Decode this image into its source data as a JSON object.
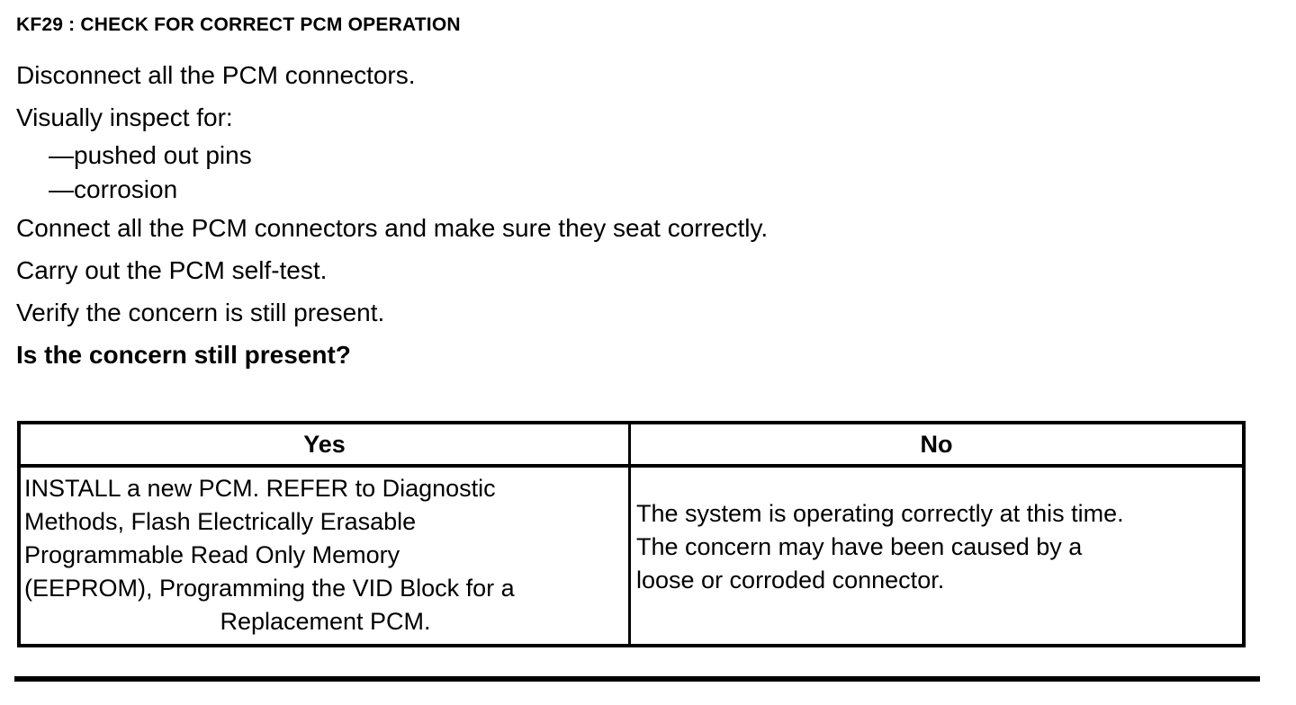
{
  "document": {
    "heading": "KF29 : CHECK FOR CORRECT PCM OPERATION",
    "steps": [
      "Disconnect all the PCM connectors.",
      "Visually inspect for:",
      "—pushed out pins",
      "—corrosion",
      "Connect all the PCM connectors and make sure they seat correctly.",
      "Carry out the PCM self-test.",
      "Verify the concern is still present.",
      "Is the concern still present?"
    ],
    "step_labels": {
      "disconnect": "Disconnect all the PCM connectors.",
      "visually_inspect": "Visually inspect for:",
      "bullet_pushed_out_pins": "—pushed out pins",
      "bullet_corrosion": "—corrosion",
      "connect": "Connect all the PCM connectors and make sure they seat correctly.",
      "self_test": "Carry out the PCM self-test.",
      "verify": "Verify the concern is still present.",
      "question": "Is the concern still present?"
    }
  },
  "decision_table": {
    "headers": {
      "yes": "Yes",
      "no": "No"
    },
    "yes_cell": {
      "line1": "INSTALL a new PCM. REFER to Diagnostic",
      "line2": "Methods,  Flash Electrically Erasable",
      "line3": "Programmable Read Only Memory",
      "line4": "(EEPROM), Programming the VID Block for a",
      "line5": "Replacement PCM."
    },
    "no_cell": {
      "line1": "The system is operating correctly at this time.",
      "line2": "The concern may have been caused by a",
      "line3": "loose or corroded connector."
    }
  },
  "colors": {
    "text": "#000000",
    "background": "#ffffff",
    "rule": "#000000"
  }
}
